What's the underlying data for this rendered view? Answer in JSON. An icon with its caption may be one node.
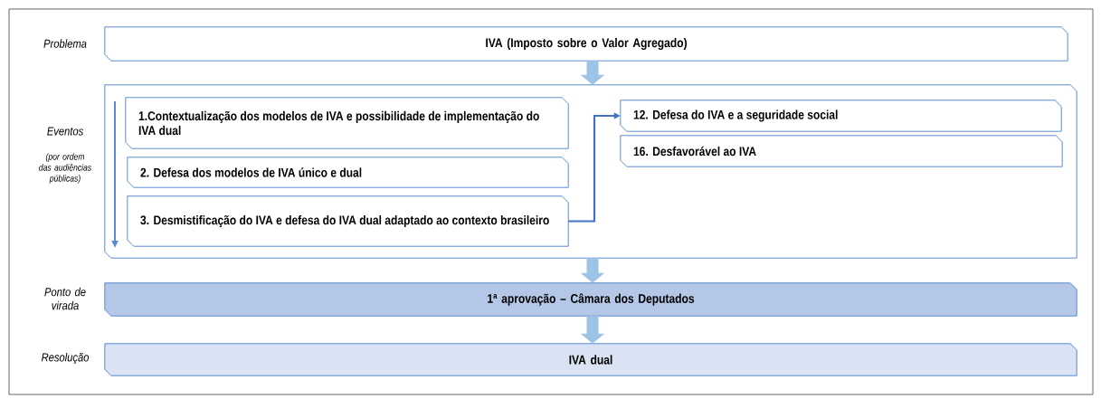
{
  "diagram": {
    "nodes": [
      {
        "text": [
          "IVA (Imposto sobre o Valor Agregado)"
        ]
      },
      {
        "text": [],
        "shape": "box"
      },
      {
        "text": [
          "1.Contextualização dos modelos de IVA e possibilidade de implementação do IVA dual"
        ],
        "in": 1
      },
      {
        "text": [
          "2. Defesa dos modelos de IVA único e dual"
        ],
        "in": 1
      },
      {
        "text": [
          "3. Desmistificação do IVA e defesa do IVA dual adaptado ao contexto brasileiro"
        ],
        "in": 1
      },
      {
        "text": [
          "12. Defesa do IVA e a seguridade social"
        ],
        "in": 1
      },
      {
        "text": [
          "16. Desfavorável ao IVA"
        ],
        "in": 1
      },
      {
        "text": [
          "1ª aprovação – Câmara dos Deputados"
        ]
      },
      {
        "text": [
          "IVA dual"
        ]
      }
    ],
    "edges": [
      {
        "from": 0,
        "to": 1,
        "arrow": "to"
      },
      {
        "from": 4,
        "to": 5,
        "arrow": "to",
        "color": "#4472c4"
      },
      {
        "from": 1,
        "to": 7,
        "arrow": "to"
      },
      {
        "from": 7,
        "to": 8,
        "arrow": "to"
      }
    ],
    "labels": [
      "Problema",
      "Eventos",
      "(por ordem das audiências públicas)",
      "Ponto de virada",
      "Resolução"
    ]
  }
}
